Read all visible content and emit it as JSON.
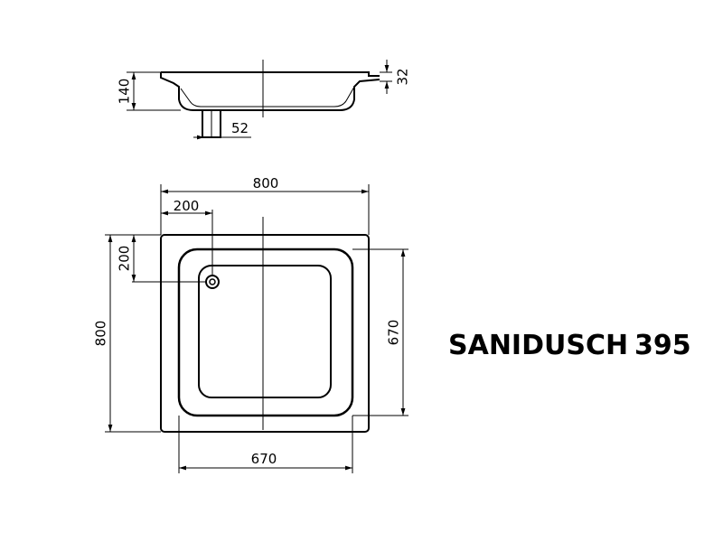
{
  "product": {
    "name": "SANIDUSCH",
    "model": "395"
  },
  "side_view": {
    "height_label": "140",
    "rim_label": "32",
    "drain_label": "52"
  },
  "top_view": {
    "width_label": "800",
    "depth_label": "800",
    "drain_x_label": "200",
    "drain_y_label": "200",
    "inner_width_label": "670",
    "inner_depth_label": "670"
  }
}
